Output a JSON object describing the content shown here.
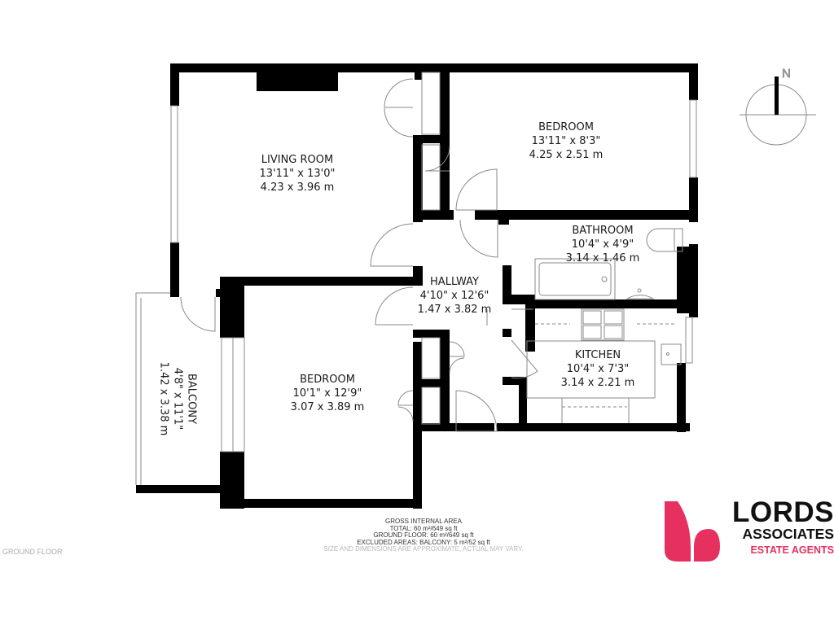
{
  "rooms": {
    "living_room": {
      "name": "LIVING ROOM",
      "imperial": "13'11\" x 13'0\"",
      "metric": "4.23 x 3.96 m"
    },
    "bedroom_1": {
      "name": "BEDROOM",
      "imperial": "13'11\" x 8'3\"",
      "metric": "4.25 x 2.51 m"
    },
    "bathroom": {
      "name": "BATHROOM",
      "imperial": "10'4\" x 4'9\"",
      "metric": "3.14 x 1.46 m"
    },
    "hallway": {
      "name": "HALLWAY",
      "imperial": "4'10\" x 12'6\"",
      "metric": "1.47 x 3.82 m"
    },
    "kitchen": {
      "name": "KITCHEN",
      "imperial": "10'4\" x 7'3\"",
      "metric": "3.14 x 2.21 m"
    },
    "bedroom_2": {
      "name": "BEDROOM",
      "imperial": "10'1\" x 12'9\"",
      "metric": "3.07 x 3.89 m"
    },
    "balcony": {
      "name": "BALCONY",
      "imperial": "4'8\" x 11'1\"",
      "metric": "1.42 x 3.38 m"
    }
  },
  "area_info": {
    "heading": "GROSS INTERNAL AREA",
    "total": "TOTAL: 60 m²/649 sq ft",
    "ground_floor": "GROUND FLOOR: 60 m²/649 sq ft",
    "excluded": "EXCLUDED AREAS: BALCONY: 5 m²/52 sq ft",
    "disclaimer": "SIZE AND DIMENSIONS ARE APPROXIMATE, ACTUAL MAY VARY."
  },
  "floor_label": "GROUND FLOOR",
  "compass": {
    "north_label": "N",
    "icon": "north-arrow-icon"
  },
  "logo": {
    "name": "LORDS",
    "subtitle": "ASSOCIATES",
    "tagline": "ESTATE AGENTS",
    "icon": "lords-logo-mark-icon",
    "brand_color": "#e6305f",
    "text_color": "#111111"
  },
  "colors": {
    "wall": "#000000",
    "fixture_line": "#8a8a8a",
    "background": "#ffffff"
  }
}
